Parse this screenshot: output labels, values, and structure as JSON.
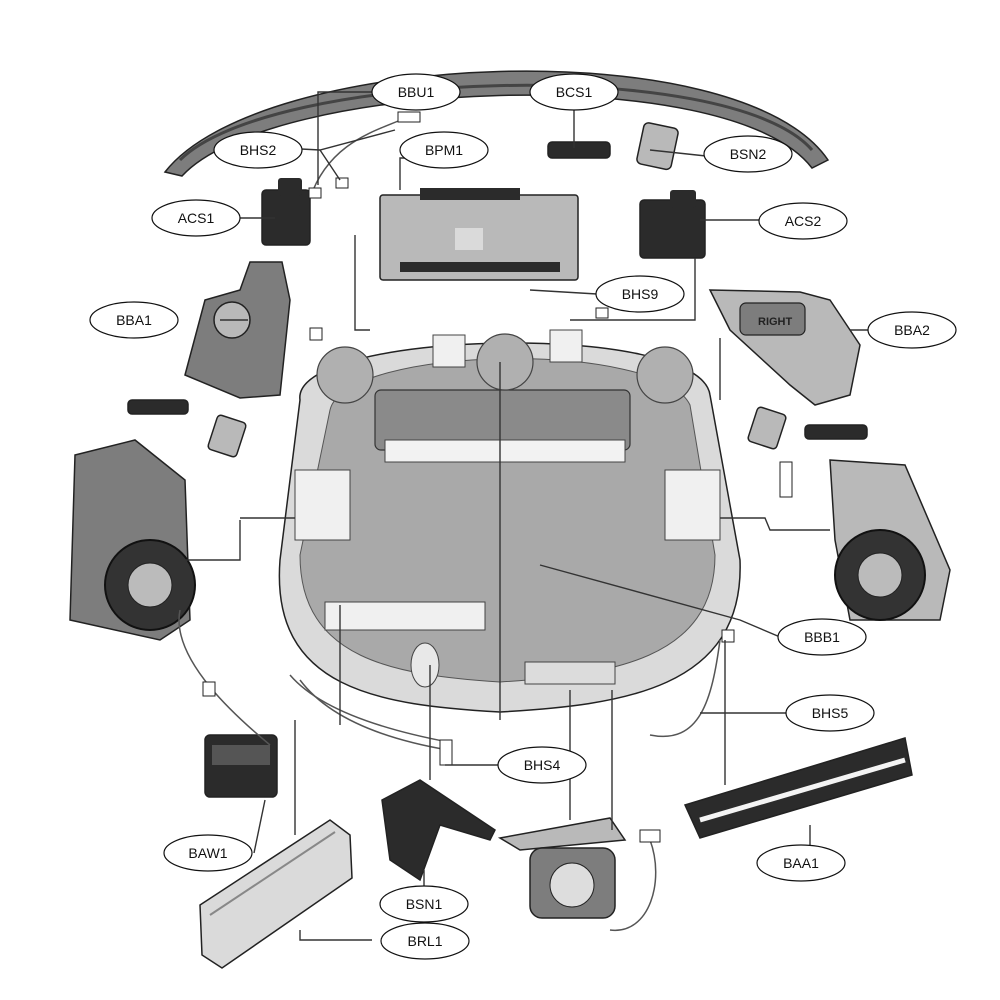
{
  "labels": {
    "bbu1": "BBU1",
    "bcs1": "BCS1",
    "bhs2": "BHS2",
    "bpm1": "BPM1",
    "bsn2": "BSN2",
    "acs1": "ACS1",
    "acs2": "ACS2",
    "bba1": "BBA1",
    "bhs9": "BHS9",
    "bba2": "BBA2",
    "bbb1": "BBB1",
    "bhs5": "BHS5",
    "bhs4": "BHS4",
    "baw1": "BAW1",
    "baa1": "BAA1",
    "bsn1": "BSN1",
    "brl1": "BRL1"
  },
  "embossed_text": {
    "motor_marking": "RIGHT"
  }
}
